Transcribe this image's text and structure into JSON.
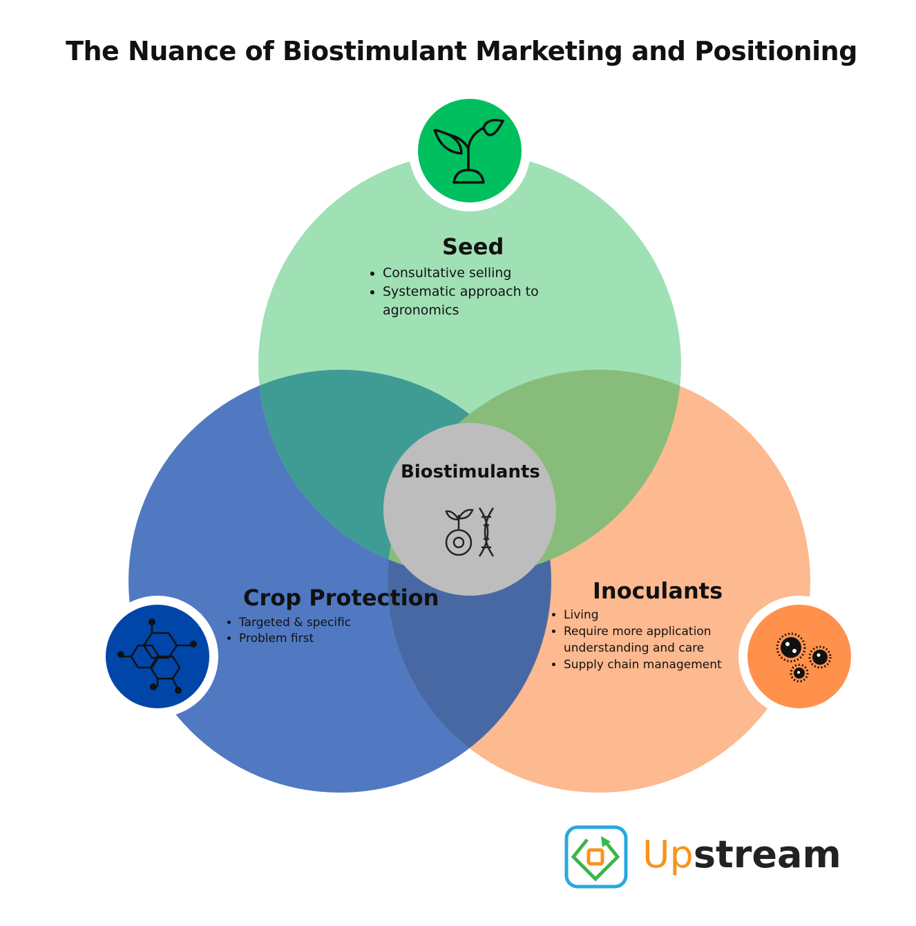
{
  "title": "The Nuance of Biostimulant Marketing and Positioning",
  "colors": {
    "seed": "#A0E0B5",
    "crop": "#5079C2",
    "inoc": "#FDB98F",
    "seed_crop": "#3F9C95",
    "seed_inoc": "#88BC7A",
    "crop_inoc": "#4868A3",
    "center": "#BDBDBD",
    "seed_icon": "#00BF5F",
    "crop_icon": "#0046A8",
    "inoc_icon": "#FF914D"
  },
  "seed": {
    "label": "Seed",
    "icon": "sprout-icon",
    "points": [
      "Consultative selling",
      "Systematic approach to agronomics"
    ]
  },
  "crop_protection": {
    "label": "Crop Protection",
    "icon": "molecule-icon",
    "points": [
      "Targeted & specific",
      "Problem first"
    ]
  },
  "inoculants": {
    "label": "Inoculants",
    "icon": "microbe-icon",
    "points": [
      "Living",
      "Require more application understanding and care",
      "Supply chain management"
    ]
  },
  "center": {
    "label": "Biostimulants",
    "icon": "plant-dna-icon"
  },
  "logo": {
    "up": "Up",
    "stream": "stream"
  }
}
